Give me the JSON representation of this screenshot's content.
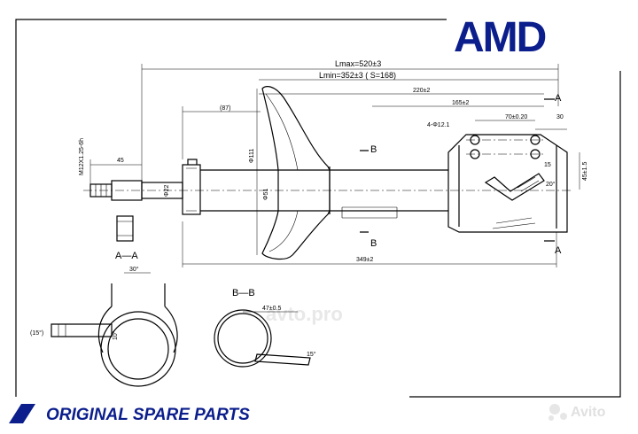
{
  "brand": {
    "logo_text": "AMD",
    "color": "#0b1e8c"
  },
  "footer": {
    "text": "ORIGINAL SPARE PARTS"
  },
  "watermarks": {
    "center": "avto.pro",
    "corner": "Avito"
  },
  "dimensions": {
    "lmax": "Lmax=520±3",
    "lmin": "Lmin=352±3 (     S=168)",
    "d220": "220±2",
    "d165": "165±2",
    "d87": "(87)",
    "d70": "70±0.20",
    "d30": "30",
    "hole": "4-Φ12.1",
    "d45": "45",
    "thread": "M12X1.25-6h",
    "phi22": "Φ22",
    "phi51": "Φ51",
    "phi111": "Φ111",
    "d349": "349±2",
    "d15": "15",
    "d20": "20°",
    "d45b": "45±1.5",
    "section_aa": "A—A",
    "section_bb": "B—B",
    "d30aa": "30°",
    "d15aa": "(15°)",
    "d10": "10°",
    "d47": "47±0.5",
    "d15bb": "15°"
  },
  "section_markers": {
    "a": "A",
    "b": "B"
  }
}
